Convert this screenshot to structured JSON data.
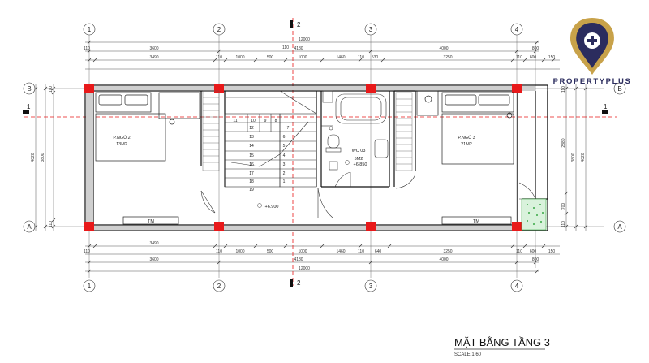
{
  "drawing": {
    "title": "MẶT BẰNG TẦNG 3",
    "scale": "SCALE 1:60"
  },
  "brand": {
    "name": "PROPERTYPLUS",
    "color_navy": "#2b2c5e",
    "color_gold": "#c8a24a"
  },
  "colors": {
    "axis_red": "#e8191a",
    "column_red": "#e8191a",
    "plant_green": "#3aa845",
    "wall": "#111111"
  },
  "grid": {
    "columns": [
      "1",
      "2",
      "2",
      "3",
      "4"
    ],
    "rows": [
      "A",
      "B"
    ],
    "section_marker": "1"
  },
  "dims": {
    "top_total": "12000",
    "bottom_total": "12000",
    "top_row1": [
      "3600",
      "4180",
      "4000",
      "800"
    ],
    "bottom_row1": [
      "3600",
      "4180",
      "4000",
      "800"
    ],
    "top_row2": [
      "3490",
      "1000",
      "500",
      "1000",
      "1460",
      "530",
      "3250",
      "600",
      "150"
    ],
    "bottom_row2": [
      "3490",
      "1000",
      "500",
      "1000",
      "1460",
      "640",
      "3250",
      "600",
      "150"
    ],
    "small": "110",
    "left_outer": "4020",
    "left_inner": "3800",
    "left_small": "110",
    "right_outer": "4020",
    "right_mid": "3800",
    "right_a": "2880",
    "right_b": "700",
    "right_small": "110"
  },
  "rooms": {
    "bed2_name": "P.NGỦ 2",
    "bed2_area": "13M2",
    "bed3_name": "P.NGỦ 3",
    "bed3_area": "21M2",
    "wc_name": "WC 03",
    "wc_area": "5M2",
    "wc_level": "+6.850",
    "landing_level": "+6.900",
    "wardrobe": "TM"
  },
  "stairs": {
    "upper_steps": [
      "11",
      "10",
      "9",
      "8",
      "7"
    ],
    "left_steps": [
      "12",
      "13",
      "14",
      "15",
      "16",
      "17",
      "18",
      "19"
    ],
    "right_steps": [
      "6",
      "5",
      "4",
      "3",
      "2",
      "1"
    ]
  }
}
